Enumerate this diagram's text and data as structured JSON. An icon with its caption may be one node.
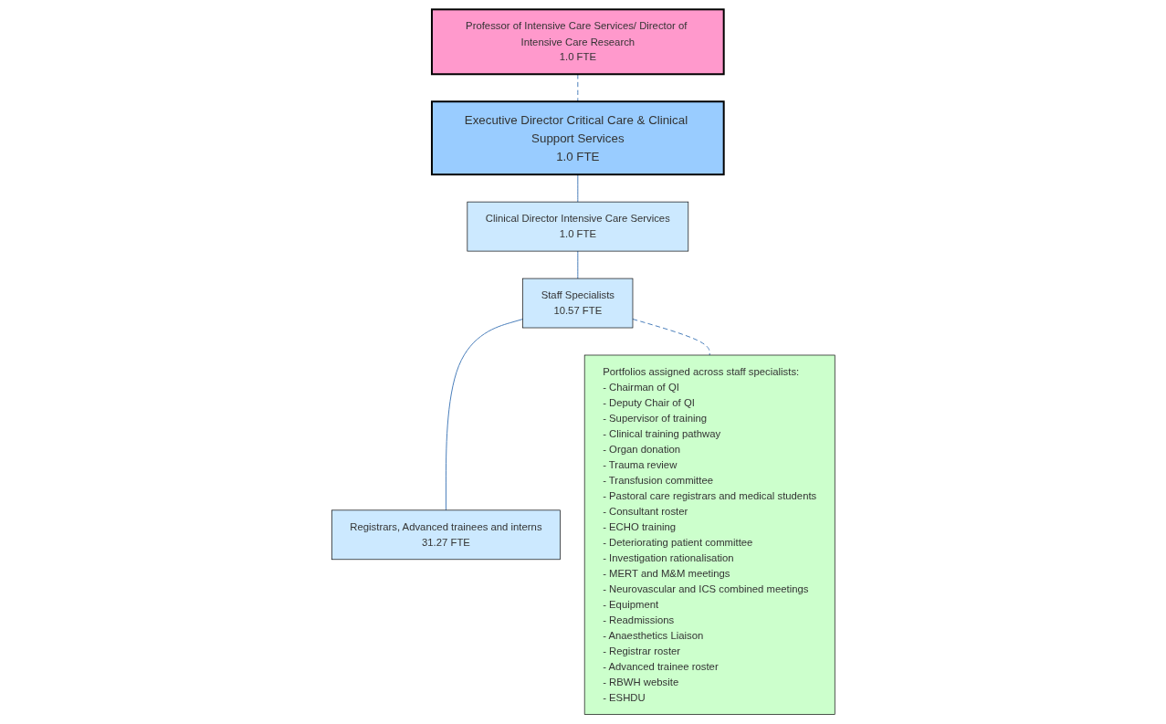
{
  "diagram": {
    "nodes": [
      {
        "text": [
          "Executive Director Critical Care & Clinical Support Services",
          "1.0 FTE"
        ]
      },
      {
        "text": [
          "Professor of Intensive Care Services/ Director of Intensive Care Research",
          "1.0 FTE"
        ]
      },
      {
        "text": [
          "Clinical Director Intensive Care Services",
          "1.0 FTE"
        ]
      },
      {
        "text": [
          "Staff Specialists",
          "10.57 FTE"
        ]
      },
      {
        "text": [
          "Registrars, Advanced trainees and interns",
          "31.27 FTE"
        ]
      },
      {
        "text": [
          "Portfolios assigned across staff specialists:",
          "- Chairman of QI",
          "- Deputy Chair of QI",
          "- Supervisor of training",
          "- Clinical training pathway",
          "- Organ donation",
          "- Trauma review",
          "- Transfusion committee",
          "- Pastoral care registrars and medical students",
          "- Consultant roster",
          "- ECHO training",
          "- Deteriorating patient committee",
          "- Investigation rationalisation",
          "- MERT and M&M meetings",
          "- Neurovascular and ICS combined meetings",
          "- Equipment",
          "- Readmissions",
          "- Anaesthetics Liaison",
          "- Registrar roster",
          "- Advanced trainee roster",
          "- RBWH website",
          "- ESHDU"
        ]
      }
    ],
    "edges": [
      {
        "from": 0,
        "to": 2,
        "arrow": "none"
      },
      {
        "from": 1,
        "to": 0,
        "arrow": "none",
        "style": "dashed"
      },
      {
        "from": 2,
        "to": 3,
        "arrow": "none"
      },
      {
        "from": 3,
        "to": 4,
        "arrow": "none"
      },
      {
        "from": 3,
        "to": 5,
        "arrow": "none",
        "style": "dashed"
      }
    ]
  }
}
